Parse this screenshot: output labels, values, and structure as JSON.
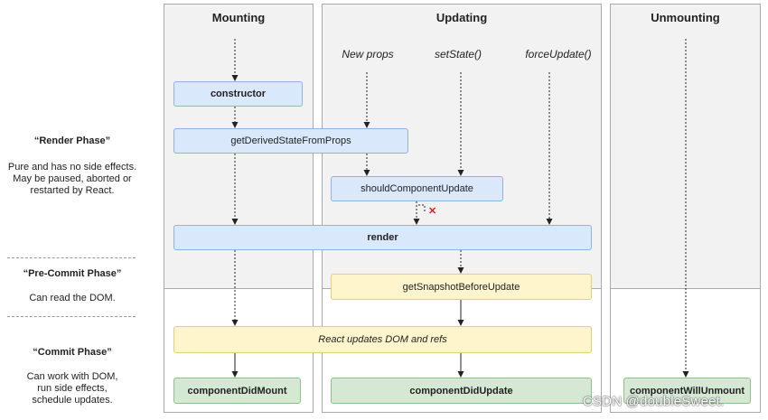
{
  "columns": {
    "mounting": "Mounting",
    "updating": "Updating",
    "unmounting": "Unmounting"
  },
  "triggers": {
    "new_props": "New props",
    "set_state": "setState()",
    "force_update": "forceUpdate()"
  },
  "boxes": {
    "constructor": "constructor",
    "get_derived_state": "getDerivedStateFromProps",
    "should_update": "shouldComponentUpdate",
    "render": "render",
    "get_snapshot": "getSnapshotBeforeUpdate",
    "react_updates": "React updates DOM and refs",
    "did_mount": "componentDidMount",
    "did_update": "componentDidUpdate",
    "will_unmount": "componentWillUnmount"
  },
  "phases": {
    "render": {
      "title": "“Render Phase”",
      "lines": [
        "Pure and has no side effects.",
        "May be paused, aborted or",
        "restarted by React."
      ]
    },
    "precommit": {
      "title": "“Pre-Commit Phase”",
      "lines": [
        "Can read the DOM."
      ]
    },
    "commit": {
      "title": "“Commit Phase”",
      "lines": [
        "Can work with DOM,",
        "run side effects,",
        "schedule updates."
      ]
    }
  },
  "watermark": "CSDN @doubleSweet.",
  "colors": {
    "blue_fill": "#dae8fc",
    "yellow_fill": "#fff5cc",
    "green_fill": "#d5e8d4",
    "reject_x": "#e02020"
  },
  "icons": {
    "reject": "✕"
  }
}
